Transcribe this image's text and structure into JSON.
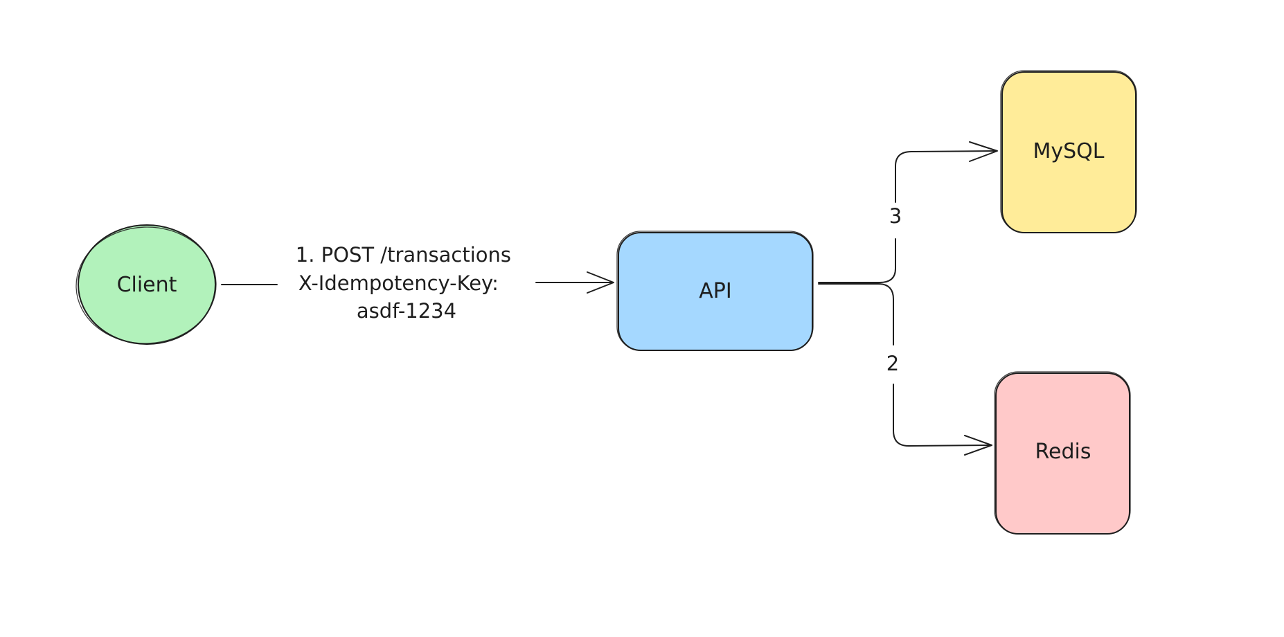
{
  "colors": {
    "client_fill": "#b2f2bb",
    "api_fill": "#a5d8ff",
    "mysql_fill": "#ffec99",
    "redis_fill": "#ffc9c9",
    "stroke": "#1e1e1e",
    "background": "#ffffff"
  },
  "nodes": {
    "client": {
      "label": "Client",
      "shape": "ellipse"
    },
    "api": {
      "label": "API",
      "shape": "rounded-rectangle"
    },
    "mysql": {
      "label": "MySQL",
      "shape": "rounded-rectangle"
    },
    "redis": {
      "label": "Redis",
      "shape": "rounded-rectangle"
    }
  },
  "edges": {
    "client_to_api": {
      "label_lines": [
        "1. POST /transactions",
        "X-Idempotency-Key:",
        "asdf-1234"
      ]
    },
    "api_to_mysql": {
      "label": "3"
    },
    "api_to_redis": {
      "label": "2"
    }
  }
}
